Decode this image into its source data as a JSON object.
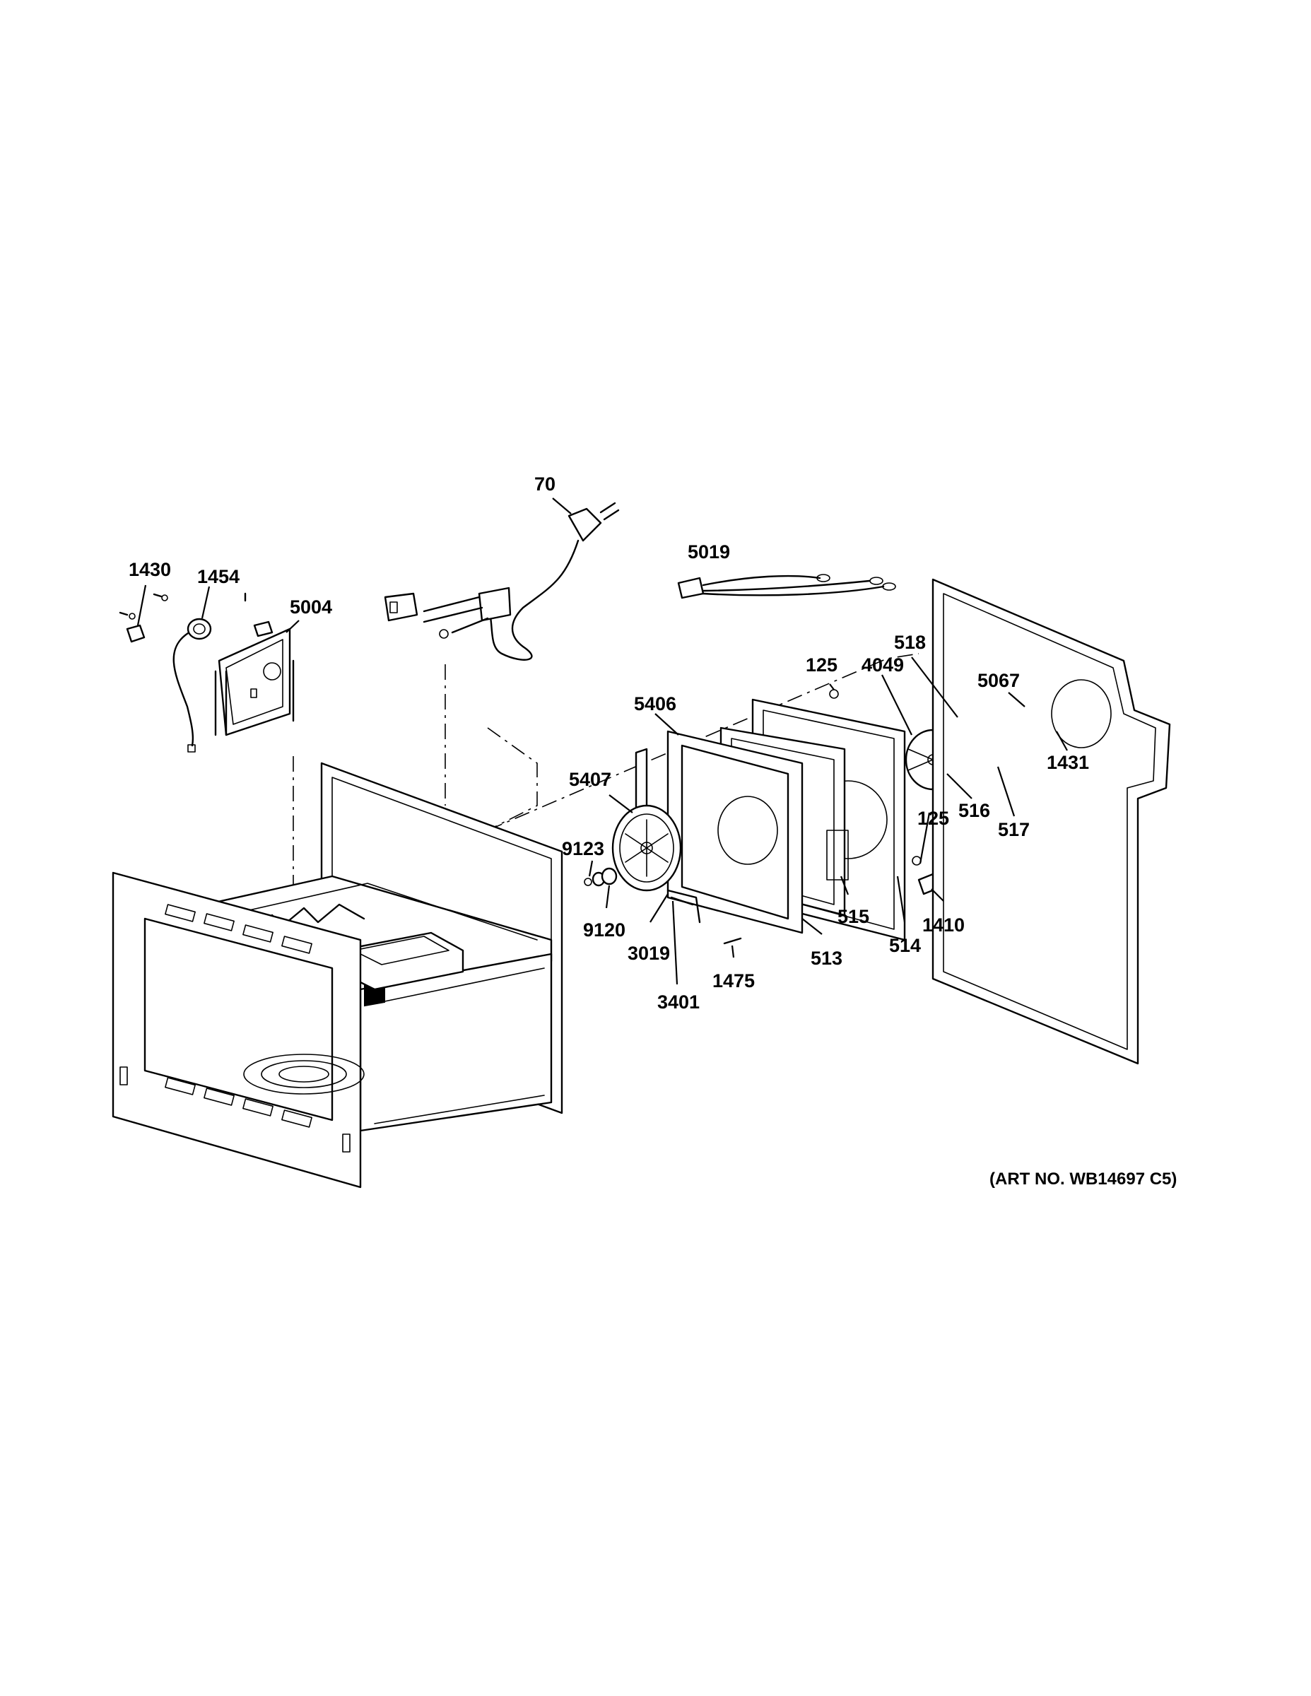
{
  "art_number": "(ART NO. WB14697 C5)",
  "callouts": [
    {
      "label": "70"
    },
    {
      "label": "5019"
    },
    {
      "label": "1430"
    },
    {
      "label": "1454"
    },
    {
      "label": "5004"
    },
    {
      "label": "518"
    },
    {
      "label": "125"
    },
    {
      "label": "4049"
    },
    {
      "label": "5067"
    },
    {
      "label": "5406"
    },
    {
      "label": "1431"
    },
    {
      "label": "5407"
    },
    {
      "label": "125"
    },
    {
      "label": "516"
    },
    {
      "label": "9123"
    },
    {
      "label": "517"
    },
    {
      "label": "1410"
    },
    {
      "label": "9120"
    },
    {
      "label": "515"
    },
    {
      "label": "3019"
    },
    {
      "label": "514"
    },
    {
      "label": "513"
    },
    {
      "label": "1475"
    },
    {
      "label": "3401"
    }
  ]
}
